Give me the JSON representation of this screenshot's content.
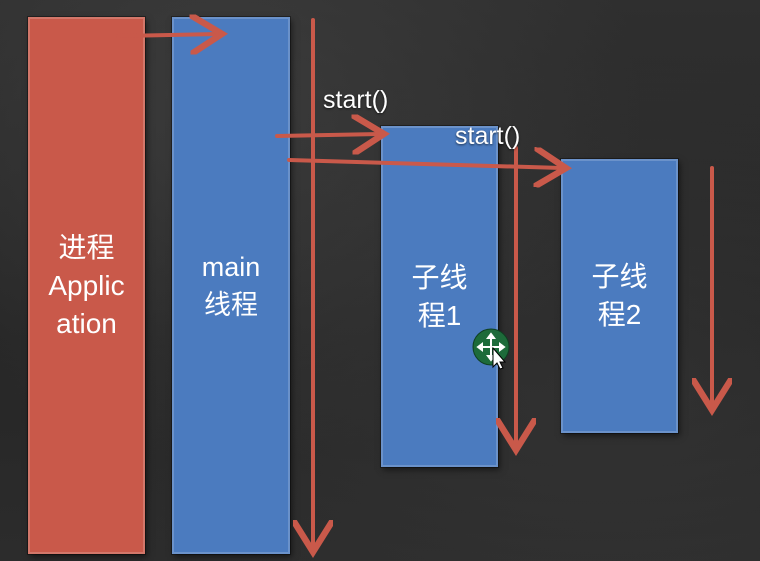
{
  "boxes": {
    "process": {
      "label": "进程\nApplic\nation"
    },
    "main": {
      "label": "main\n线程"
    },
    "thread1": {
      "label": "子线\n程1"
    },
    "thread2": {
      "label": "子线\n程2"
    }
  },
  "calls": {
    "start1": "start()",
    "start2": "start()"
  },
  "colors": {
    "process_fill": "#c9594a",
    "thread_fill": "#4b7bbf",
    "arrow": "#c9594a",
    "background": "#2a2a2a"
  },
  "icons": {
    "cursor": "move-cursor-icon"
  }
}
